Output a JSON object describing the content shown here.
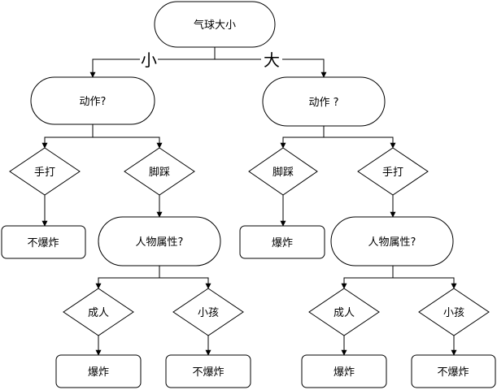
{
  "nodes": {
    "root": "气球大小",
    "action_left": "动作?",
    "action_right": "动作 ?",
    "hand_left": "手打",
    "foot_left": "脚踩",
    "no_explode_left": "不爆炸",
    "person_left": "人物属性?",
    "adult_left": "成人",
    "child_left": "小孩",
    "explode_left_bottom": "爆炸",
    "no_explode_left_bottom": "不爆炸",
    "foot_right": "脚踩",
    "hand_right": "手打",
    "explode_right": "爆炸",
    "person_right": "人物属性?",
    "adult_right": "成人",
    "child_right": "小孩",
    "explode_right_bottom": "爆炸",
    "no_explode_right_bottom": "不爆炸"
  },
  "edge_labels": {
    "small": "小",
    "large": "大"
  }
}
